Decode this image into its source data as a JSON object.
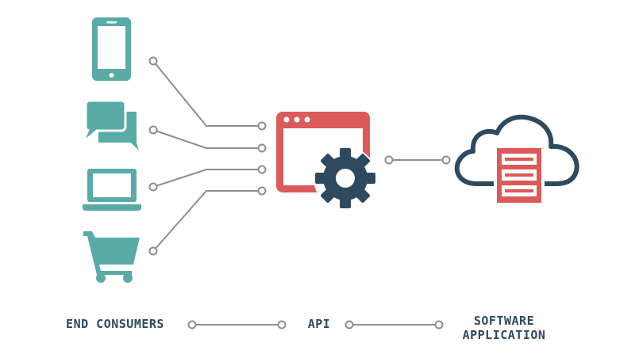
{
  "labels": {
    "end_consumers": "END CONSUMERS",
    "api": "API",
    "software_line1": "SOFTWARE",
    "software_line2": "APPLICATION"
  },
  "colors": {
    "teal": "#5aaba6",
    "red": "#dc5a5a",
    "navy": "#2f4a5e",
    "connector": "#8a8f93",
    "label_text": "#2f4a5e"
  },
  "icons": {
    "consumers": [
      "smartphone-icon",
      "chat-bubbles-icon",
      "laptop-icon",
      "shopping-cart-icon"
    ],
    "api": "browser-window-gear-icon",
    "software": "cloud-server-icon"
  }
}
